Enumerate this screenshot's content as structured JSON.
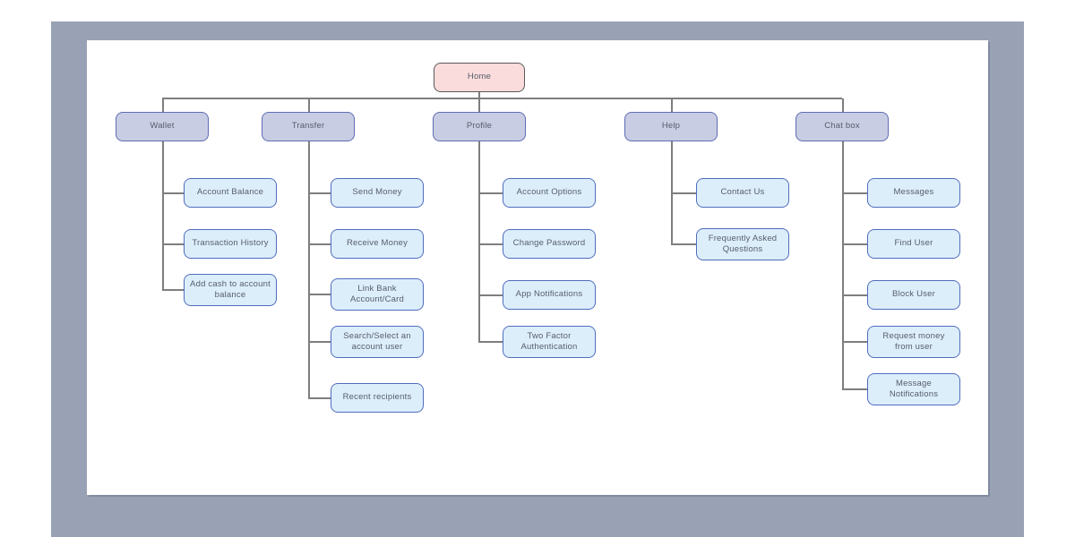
{
  "palette": {
    "frame": "#98a2b4",
    "canvas": "#ffffff",
    "root_fill": "#fbdcdc",
    "root_border": "#595959",
    "branch_fill": "#c9cde3",
    "branch_border": "#5f6cb4",
    "leaf_fill": "#ddeefb",
    "leaf_border": "#4f6dbd",
    "connector": "#7e7e7e",
    "text": "#565d6d"
  },
  "diagram": {
    "root": {
      "label": "Home"
    },
    "branches": [
      {
        "label": "Wallet",
        "children": [
          "Account Balance",
          "Transaction History",
          "Add cash to account balance"
        ]
      },
      {
        "label": "Transfer",
        "children": [
          "Send Money",
          "Receive Money",
          "Link Bank Account/Card",
          "Search/Select an account user",
          "Recent recipients"
        ]
      },
      {
        "label": "Profile",
        "children": [
          "Account Options",
          "Change Password",
          "App Notifications",
          "Two Factor Authentication"
        ]
      },
      {
        "label": "Help",
        "children": [
          "Contact Us",
          "Frequently Asked Questions"
        ]
      },
      {
        "label": "Chat box",
        "children": [
          "Messages",
          "Find User",
          "Block User",
          "Request money from user",
          "Message Notifications"
        ]
      }
    ]
  }
}
